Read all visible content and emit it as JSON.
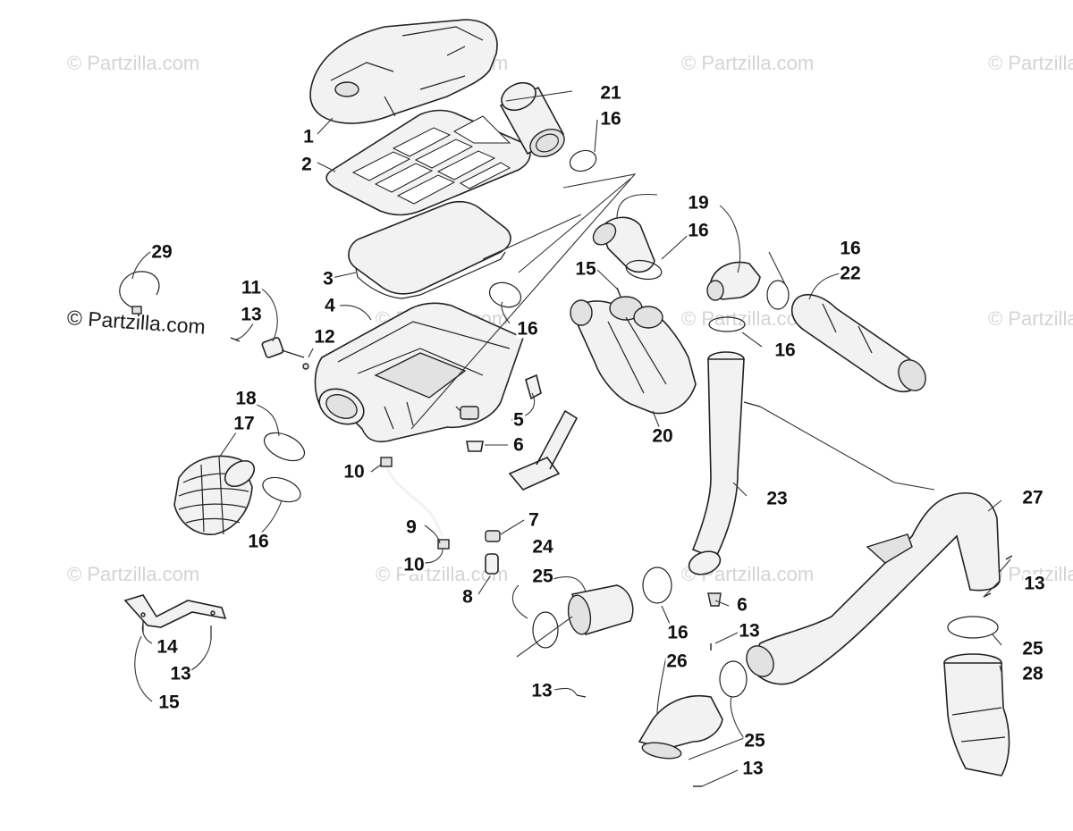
{
  "watermarks": {
    "faint": "© Partzilla.com",
    "strong": "© Partzilla.com"
  },
  "callouts": [
    {
      "id": "c1",
      "text": "1"
    },
    {
      "id": "c2",
      "text": "2"
    },
    {
      "id": "c3",
      "text": "3"
    },
    {
      "id": "c4",
      "text": "4"
    },
    {
      "id": "c5",
      "text": "5"
    },
    {
      "id": "c6a",
      "text": "6"
    },
    {
      "id": "c6b",
      "text": "6"
    },
    {
      "id": "c7",
      "text": "7"
    },
    {
      "id": "c8",
      "text": "8"
    },
    {
      "id": "c9",
      "text": "9"
    },
    {
      "id": "c10a",
      "text": "10"
    },
    {
      "id": "c10b",
      "text": "10"
    },
    {
      "id": "c11",
      "text": "11"
    },
    {
      "id": "c12",
      "text": "12"
    },
    {
      "id": "c13a",
      "text": "13"
    },
    {
      "id": "c13b",
      "text": "13"
    },
    {
      "id": "c13c",
      "text": "13"
    },
    {
      "id": "c13d",
      "text": "13"
    },
    {
      "id": "c13e",
      "text": "13"
    },
    {
      "id": "c13f",
      "text": "13"
    },
    {
      "id": "c14",
      "text": "14"
    },
    {
      "id": "c15a",
      "text": "15"
    },
    {
      "id": "c15b",
      "text": "15"
    },
    {
      "id": "c16a",
      "text": "16"
    },
    {
      "id": "c16b",
      "text": "16"
    },
    {
      "id": "c16c",
      "text": "16"
    },
    {
      "id": "c16d",
      "text": "16"
    },
    {
      "id": "c16e",
      "text": "16"
    },
    {
      "id": "c16f",
      "text": "16"
    },
    {
      "id": "c16g",
      "text": "16"
    },
    {
      "id": "c17",
      "text": "17"
    },
    {
      "id": "c18",
      "text": "18"
    },
    {
      "id": "c19",
      "text": "19"
    },
    {
      "id": "c20",
      "text": "20"
    },
    {
      "id": "c21",
      "text": "21"
    },
    {
      "id": "c22",
      "text": "22"
    },
    {
      "id": "c23",
      "text": "23"
    },
    {
      "id": "c24",
      "text": "24"
    },
    {
      "id": "c25a",
      "text": "25"
    },
    {
      "id": "c25b",
      "text": "25"
    },
    {
      "id": "c25c",
      "text": "25"
    },
    {
      "id": "c26",
      "text": "26"
    },
    {
      "id": "c27",
      "text": "27"
    },
    {
      "id": "c28",
      "text": "28"
    },
    {
      "id": "c29",
      "text": "29"
    }
  ]
}
